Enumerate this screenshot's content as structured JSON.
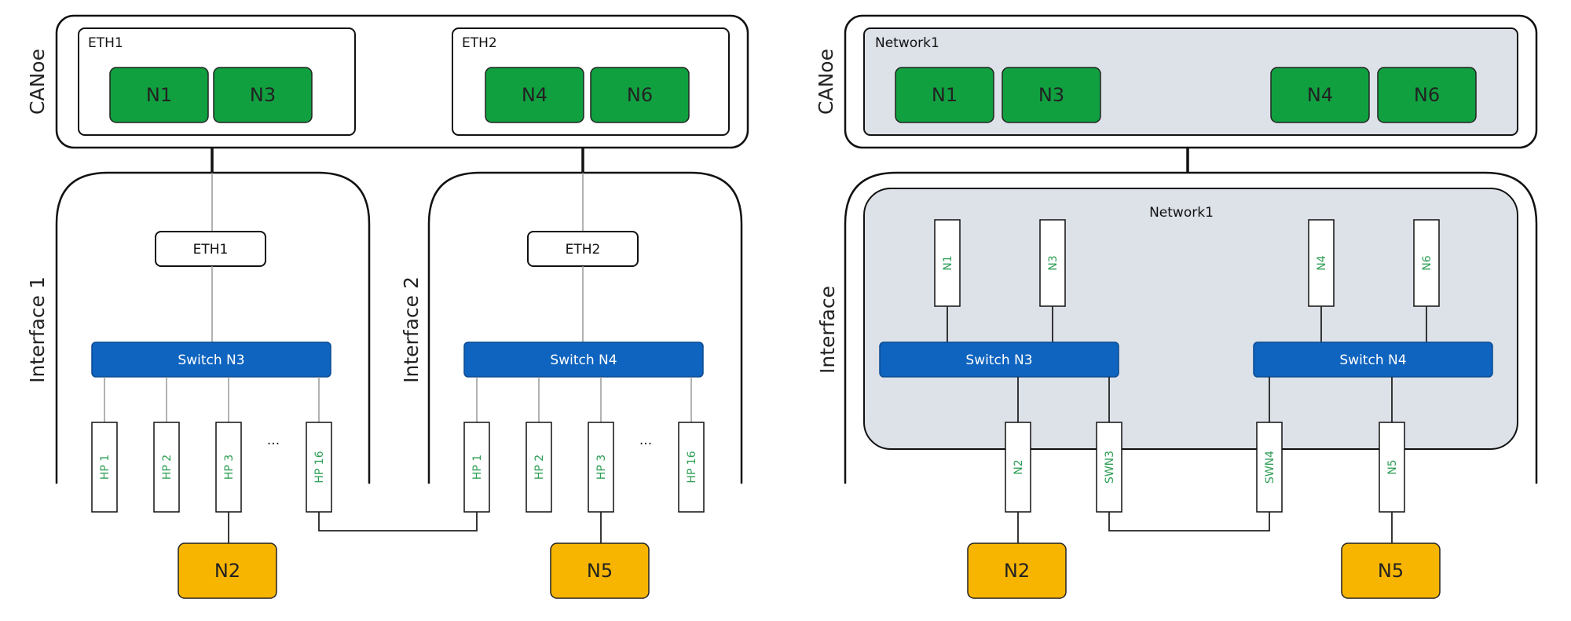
{
  "left": {
    "canoe_label": "CANoe",
    "eth1": {
      "group_label": "ETH1",
      "nodes": [
        "N1",
        "N3"
      ]
    },
    "eth2": {
      "group_label": "ETH2",
      "nodes": [
        "N4",
        "N6"
      ]
    },
    "interface1": {
      "label": "Interface 1",
      "eth_label": "ETH1",
      "switch_label": "Switch N3",
      "ports": [
        "HP 1",
        "HP 2",
        "HP 3",
        "HP 16"
      ],
      "ellipsis": "..."
    },
    "interface2": {
      "label": "Interface 2",
      "eth_label": "ETH2",
      "switch_label": "Switch N4",
      "ports": [
        "HP 1",
        "HP 2",
        "HP 3",
        "HP 16"
      ],
      "ellipsis": "..."
    },
    "external_nodes": [
      "N2",
      "N5"
    ]
  },
  "right": {
    "canoe_label": "CANoe",
    "network_label": "Network1",
    "canoe_nodes": [
      "N1",
      "N3",
      "N4",
      "N6"
    ],
    "interface_label": "Interface",
    "inner_network_label": "Network1",
    "vertical_nodes": [
      "N1",
      "N3",
      "N4",
      "N6"
    ],
    "switch_n3_label": "Switch N3",
    "switch_n4_label": "Switch N4",
    "ports": [
      "N2",
      "SWN3",
      "SWN4",
      "N5"
    ],
    "external_nodes": [
      "N2",
      "N5"
    ]
  },
  "colors": {
    "node_green": "#10a040",
    "node_yellow": "#f7b500",
    "switch_blue": "#0f64bf",
    "network_grey": "#dde1e8",
    "port_text_green": "#2e9e55"
  }
}
